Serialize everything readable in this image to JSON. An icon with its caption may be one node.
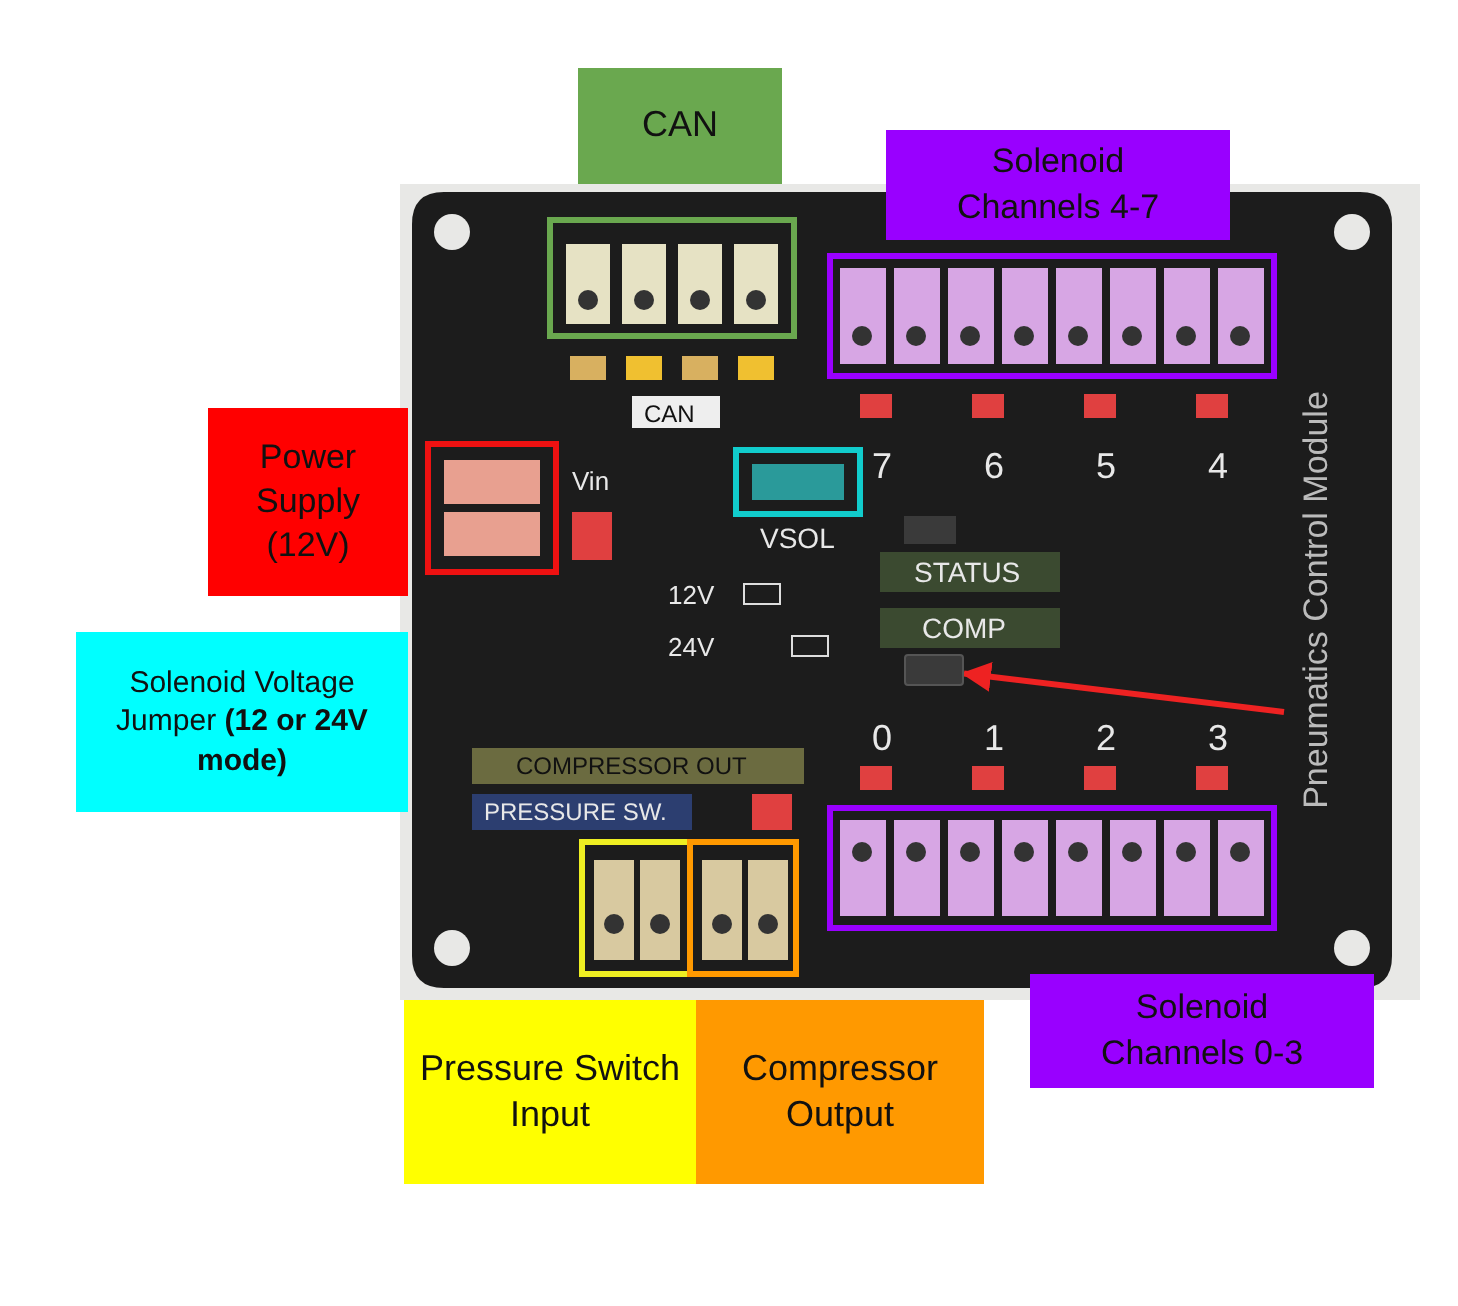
{
  "diagram": {
    "nodes": [
      {
        "text": [
          "CAN"
        ]
      },
      {
        "text": [
          "Solenoid Channels 4-7"
        ]
      },
      {
        "text": [
          "Power Supply (12V)"
        ]
      },
      {
        "text": [
          "Solenoid Voltage Jumper **(12 or 24V mode)**"
        ]
      },
      {
        "text": [
          "Pressure Switch Input"
        ]
      },
      {
        "text": [
          "Compressor Output"
        ]
      },
      {
        "text": [
          "Solenoid Channels 0-3"
        ]
      },
      {
        "text": [],
        "shape": "box"
      }
    ],
    "edges": [
      {
        "from": null,
        "to": 7,
        "arrow": "to",
        "color": "#ee2222"
      }
    ],
    "labels": [
      "CAN",
      "7",
      "6",
      "5",
      "4",
      "Vin",
      "VSOL",
      "STATUS",
      "12V",
      "COMP",
      "24V",
      "Pneumatics Control Module",
      "0",
      "1",
      "2",
      "3",
      "COMPRESSOR OUT",
      "PRESSURE SW."
    ]
  }
}
